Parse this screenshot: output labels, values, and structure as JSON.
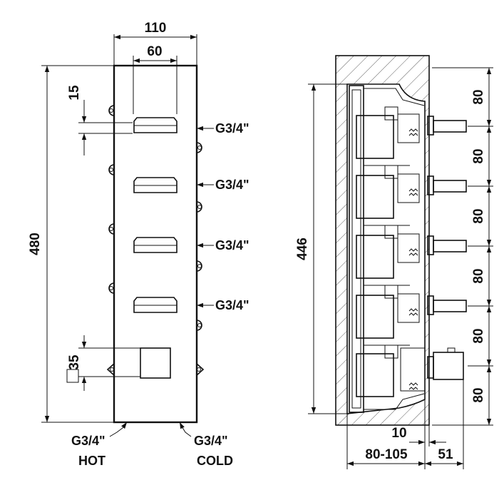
{
  "front_view": {
    "width_overall": "110",
    "width_handles": "60",
    "height_overall": "480",
    "handle_thickness": "15",
    "knob_size": "35",
    "outlets": [
      "G3/4\"",
      "G3/4\"",
      "G3/4\"",
      "G3/4\""
    ],
    "inlet_hot": {
      "size": "G3/4\"",
      "label": "HOT"
    },
    "inlet_cold": {
      "size": "G3/4\"",
      "label": "COLD"
    }
  },
  "side_view": {
    "height_inner": "446",
    "spacings": [
      "80",
      "80",
      "80",
      "80",
      "80",
      "80"
    ],
    "offset": "10",
    "depth_range": "80-105",
    "projection": "51"
  }
}
